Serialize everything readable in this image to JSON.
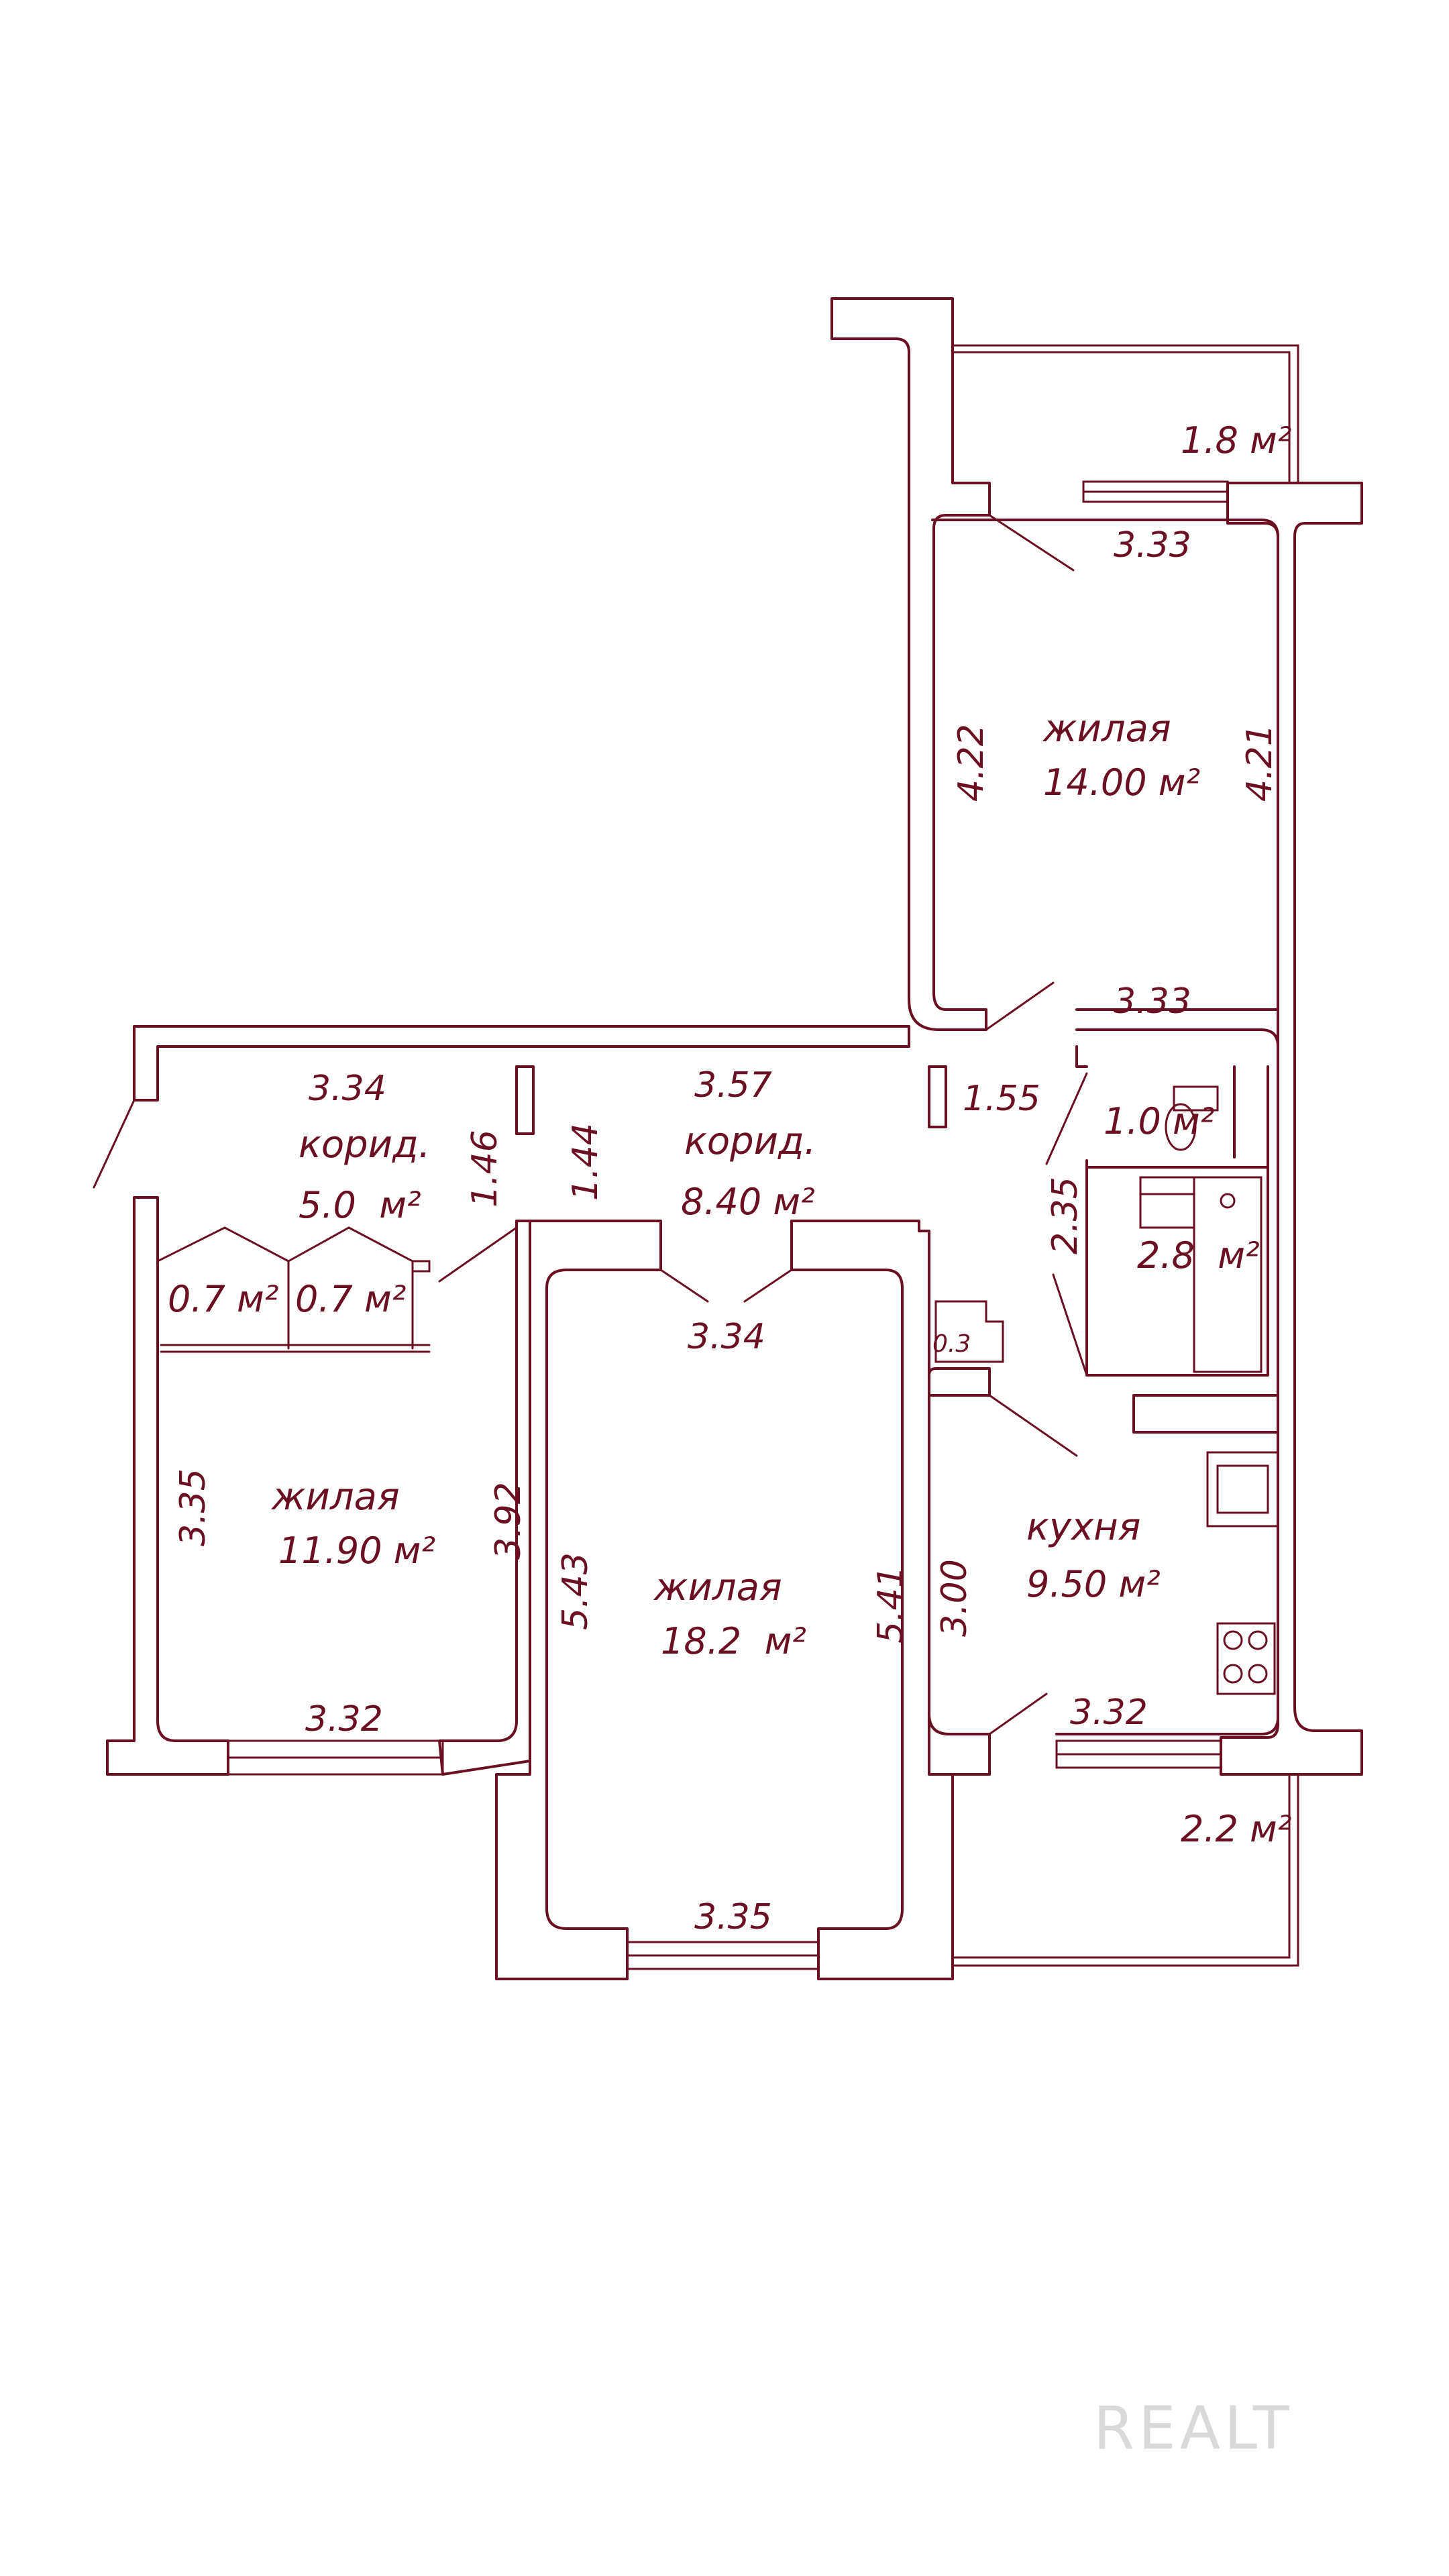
{
  "colors": {
    "line": "#6b0f22",
    "background": "#ffffff",
    "watermark": "#d9d9d9"
  },
  "watermark": "REALT",
  "rooms": {
    "bedroom_top": {
      "name": "жилая",
      "area": "14.00 м²",
      "dim_top": "3.33",
      "dim_bottom": "3.33",
      "dim_left": "4.22",
      "dim_right": "4.21"
    },
    "balcony_top": {
      "area": "1.8 м²"
    },
    "corridor_left": {
      "name": "корид.",
      "area": "5.0  м²",
      "dim_top": "3.34",
      "dim_side": "1.46"
    },
    "corridor_mid": {
      "name": "корид.",
      "area": "8.40 м²",
      "dim_top": "3.57",
      "dim_side": "1.44",
      "dim_door": "1.55"
    },
    "closet_1": {
      "area": "0.7 м²"
    },
    "closet_2": {
      "area": "0.7 м²"
    },
    "wc": {
      "area": "1.0 м²",
      "dim": "2.35"
    },
    "bathroom": {
      "area": "2.8  м²"
    },
    "niche": {
      "area": "0.3"
    },
    "bedroom_left": {
      "name": "жилая",
      "area": "11.90 м²",
      "dim_left": "3.35",
      "dim_right": "3.92",
      "dim_bottom": "3.32"
    },
    "living_room": {
      "name": "жилая",
      "area": "18.2  м²",
      "dim_top": "3.34",
      "dim_left": "5.43",
      "dim_right": "5.41",
      "dim_bottom": "3.35"
    },
    "kitchen": {
      "name": "кухня",
      "area": "9.50 м²",
      "dim_left": "3.00",
      "dim_bottom": "3.32"
    },
    "balcony_bottom": {
      "area": "2.2 м²"
    }
  }
}
